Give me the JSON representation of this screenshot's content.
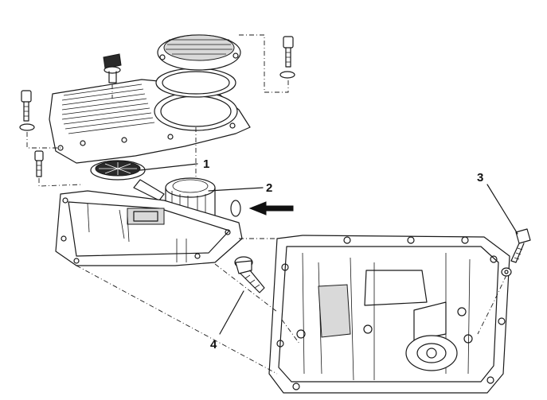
{
  "callouts": [
    {
      "id": "callout-1",
      "label": "1"
    },
    {
      "id": "callout-2",
      "label": "2"
    },
    {
      "id": "callout-3",
      "label": "3"
    },
    {
      "id": "callout-4",
      "label": "4"
    }
  ],
  "parts": {
    "strainer": "strainer-screen",
    "oil_filter": "oil-filter",
    "o_ring": "o-ring",
    "bolt_3": "bolt",
    "bolt_4": "bolt"
  },
  "colors": {
    "ink": "#1a1a1a",
    "shade": "#d9d9d9",
    "background": "#ffffff"
  }
}
